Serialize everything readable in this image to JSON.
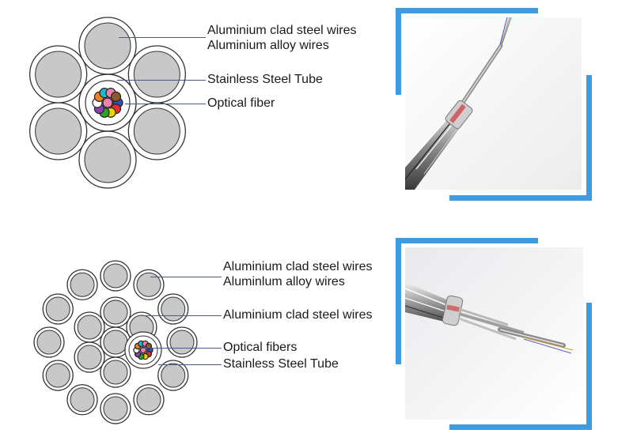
{
  "top_panel": {
    "labels": {
      "aluminium_clad_steel": "Aluminium clad steel wires",
      "aluminium_alloy": "Aluminium alloy wires",
      "stainless_tube": "Stainless Steel Tube",
      "optical_fiber": "Optical fiber"
    }
  },
  "bottom_panel": {
    "labels": {
      "aluminium_clad_steel_outer": "Aluminium clad steel wires",
      "aluminium_alloy": "Aluminlum alloy wires",
      "aluminium_clad_steel_inner": "Aluminium clad steel wires",
      "optical_fibers": "Optical fibers",
      "stainless_tube": "Stainless Steel Tube"
    }
  },
  "colors": {
    "frame_accent": "#3d9be0",
    "wire_fill": "#c8c8c8",
    "wire_outline": "#333333",
    "leader_line": "#4a5a8a",
    "fiber_colors": [
      "#2a55c8",
      "#e03030",
      "#f0d000",
      "#30a030",
      "#8a3fb0",
      "#ffffff",
      "#f08020",
      "#20b8c8",
      "#f080b0",
      "#8a5a2a",
      "#606060",
      "#111111"
    ]
  }
}
